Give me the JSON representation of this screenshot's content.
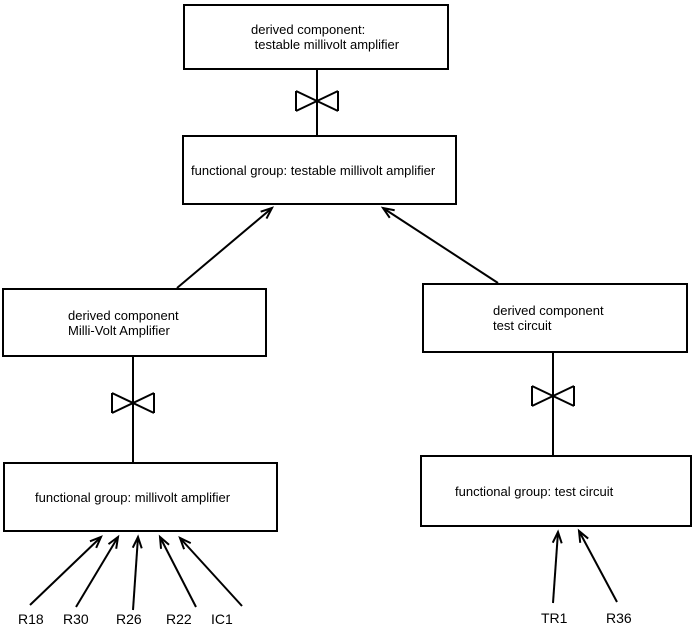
{
  "diagram": {
    "colors": {
      "line": "#000000",
      "background": "#ffffff"
    },
    "nodes": {
      "derived_testable_amplifier": {
        "label": "derived component:\n testable millivolt amplifier"
      },
      "functional_group_testable_amplifier": {
        "label": "functional group: testable millivolt amplifier"
      },
      "derived_millivolt_amplifier": {
        "label": "derived component\nMilli-Volt Amplifier"
      },
      "derived_test_circuit": {
        "label": "derived component\ntest circuit"
      },
      "functional_group_millivolt_amplifier": {
        "label": "functional group: millivolt amplifier"
      },
      "functional_group_test_circuit": {
        "label": "functional group: test circuit"
      }
    },
    "components": [
      "R18",
      "R30",
      "R26",
      "R22",
      "IC1",
      "TR1",
      "R36"
    ]
  }
}
